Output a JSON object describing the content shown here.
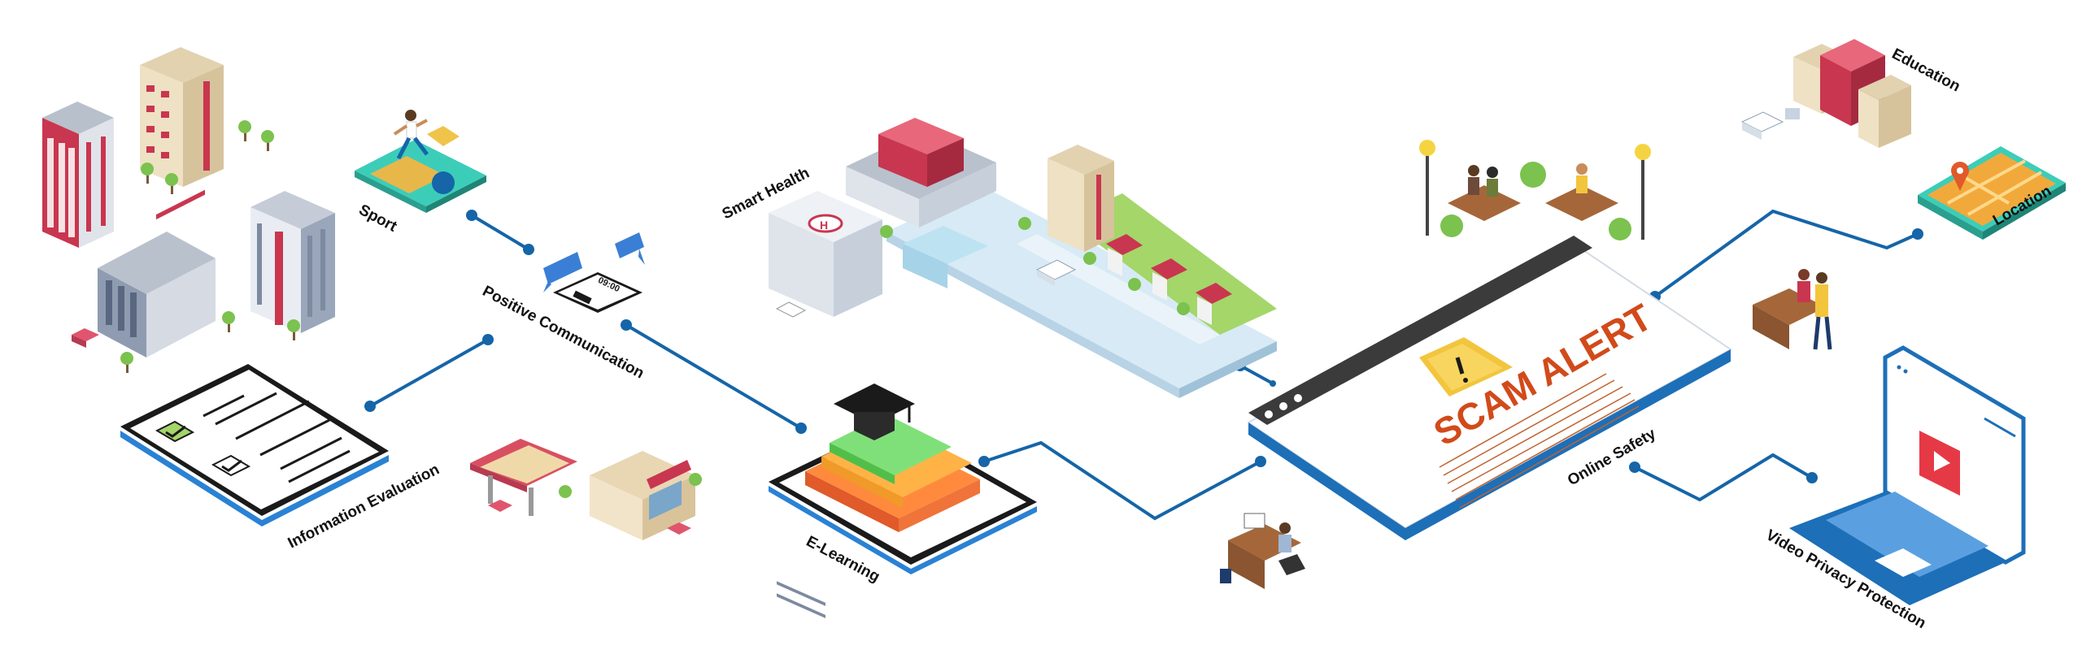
{
  "labels": {
    "sport": "Sport",
    "positive_communication": "Positive Communication",
    "information_evaluation": "Information Evaluation",
    "smart_health": "Smart Health",
    "e_learning": "E-Learning",
    "online_safety": "Online Safety",
    "scam_alert": "SCAM ALERT",
    "education": "Education",
    "location": "Location",
    "video_privacy_protection": "Video Privacy Protection",
    "phone_time": "09:00"
  },
  "colors": {
    "connector": "#1565a8",
    "screen_frame": "#1d6fb8",
    "building_red": "#c9364f",
    "building_cream": "#efe1c4",
    "building_grey": "#c5ccd8",
    "grass": "#a4d66a",
    "alert_yellow": "#f2c53d",
    "alert_text": "#d24a1a",
    "video_red": "#e63946",
    "cap_black": "#1a1a1a"
  }
}
